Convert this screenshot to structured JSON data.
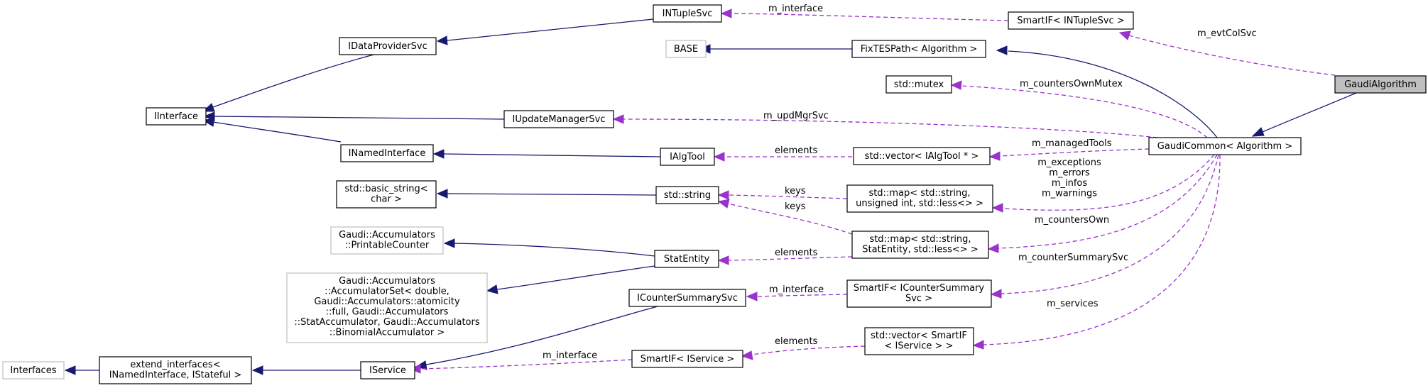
{
  "nodes": {
    "gaudi_algorithm": [
      "GaudiAlgorithm"
    ],
    "gaudi_common": [
      "GaudiCommon< Algorithm >"
    ],
    "fix_tes_path": [
      "FixTESPath< Algorithm >"
    ],
    "base": [
      "BASE"
    ],
    "smartif_ntuple": [
      "SmartIF< INTupleSvc >"
    ],
    "intuple_svc": [
      "INTupleSvc"
    ],
    "idataprovider_svc": [
      "IDataProviderSvc"
    ],
    "iinterface": [
      "IInterface"
    ],
    "iupdatemanager_svc": [
      "IUpdateManagerSvc"
    ],
    "std_mutex": [
      "std::mutex"
    ],
    "inamed_interface": [
      "INamedInterface"
    ],
    "ialg_tool": [
      "IAlgTool"
    ],
    "vector_ialgtool": [
      "std::vector< IAlgTool * >"
    ],
    "basic_string": [
      "std::basic_string<",
      "char >"
    ],
    "std_string": [
      "std::string"
    ],
    "map_uint": [
      "std::map< std::string,",
      "unsigned int, std::less<> >"
    ],
    "printable_counter": [
      "Gaudi::Accumulators",
      "::PrintableCounter"
    ],
    "stat_entity": [
      "StatEntity"
    ],
    "map_statentity": [
      "std::map< std::string,",
      "StatEntity, std::less<> >"
    ],
    "accumulator_set": [
      "Gaudi::Accumulators",
      "::AccumulatorSet< double,",
      "Gaudi::Accumulators::atomicity",
      "::full, Gaudi::Accumulators",
      "::StatAccumulator, Gaudi::Accumulators",
      "::BinomialAccumulator >"
    ],
    "icounter_summary_svc": [
      "ICounterSummarySvc"
    ],
    "smartif_icounter": [
      "SmartIF< ICounterSummary",
      "Svc >"
    ],
    "interfaces": [
      "Interfaces"
    ],
    "extend_interfaces": [
      "extend_interfaces<",
      "INamedInterface, IStateful >"
    ],
    "iservice": [
      "IService"
    ],
    "smartif_iservice": [
      "SmartIF< IService >"
    ],
    "vector_smartif": [
      "std::vector< SmartIF",
      "< IService > >"
    ]
  },
  "edge_labels": {
    "m_evtColSvc": [
      "m_evtColSvc"
    ],
    "m_interface_ntuple": [
      "m_interface"
    ],
    "m_countersOwnMutex": [
      "m_countersOwnMutex"
    ],
    "m_updMgrSvc": [
      "m_updMgrSvc"
    ],
    "elements_algtool": [
      "elements"
    ],
    "m_managedTools": [
      "m_managedTools"
    ],
    "m_counters_group": [
      "m_exceptions",
      "m_errors",
      "m_infos",
      "m_warnings"
    ],
    "keys_1": [
      "keys"
    ],
    "keys_2": [
      "keys"
    ],
    "elements_stat": [
      "elements"
    ],
    "m_countersOwn": [
      "m_countersOwn"
    ],
    "m_counterSummarySvc": [
      "m_counterSummarySvc"
    ],
    "m_interface_counter": [
      "m_interface"
    ],
    "m_services": [
      "m_services"
    ],
    "elements_service": [
      "elements"
    ],
    "m_interface_service": [
      "m_interface"
    ]
  },
  "colors": {
    "inheritance_edge": "#191970",
    "usage_edge": "#9a32cd",
    "current_node_fill": "#bfbfbf",
    "external_node_border": "#bfbfbf"
  }
}
